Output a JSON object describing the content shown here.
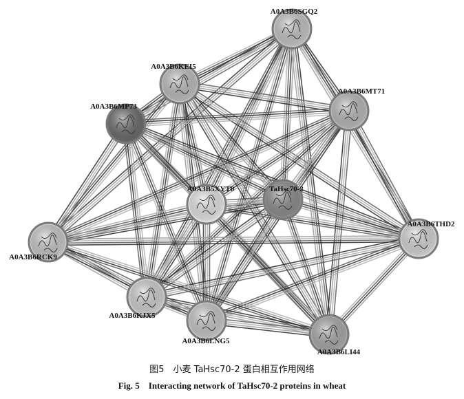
{
  "nodes": [
    {
      "id": "A0A3B6SGQ2",
      "label": "A0A3B6SGQ2",
      "fill": "#c4c4c4"
    },
    {
      "id": "A0A3B6KEI5",
      "label": "A0A3B6KEI5",
      "fill": "#bdbdbd"
    },
    {
      "id": "A0A3B6MT71",
      "label": "A0A3B6MT71",
      "fill": "#b8b8b8"
    },
    {
      "id": "A0A3B6MP73",
      "label": "A0A3B6MP73",
      "fill": "#6a6a6a"
    },
    {
      "id": "A0A3B5XYT0",
      "label": "A0A3B5XYT0",
      "fill": "#e6e6e6"
    },
    {
      "id": "TaHsc70-2",
      "label": "TaHsc70-2",
      "fill": "#8c8c8c"
    },
    {
      "id": "A0A3B6THD2",
      "label": "A0A3B6THD2",
      "fill": "#d6d6d6"
    },
    {
      "id": "A0A3B6RCK9",
      "label": "A0A3B6RCK9",
      "fill": "#c8c8c8"
    },
    {
      "id": "A0A3B6KJX5",
      "label": "A0A3B6KJX5",
      "fill": "#d0d0d0"
    },
    {
      "id": "A0A3B6LNG5",
      "label": "A0A3B6LNG5",
      "fill": "#c6c6c6"
    },
    {
      "id": "A0A3B6LI44",
      "label": "A0A3B6LI44",
      "fill": "#a8a8a8"
    }
  ],
  "edges": [
    [
      "A0A3B6SGQ2",
      "A0A3B6KEI5"
    ],
    [
      "A0A3B6SGQ2",
      "A0A3B6MT71"
    ],
    [
      "A0A3B6SGQ2",
      "A0A3B6MP73"
    ],
    [
      "A0A3B6SGQ2",
      "A0A3B5XYT0"
    ],
    [
      "A0A3B6SGQ2",
      "TaHsc70-2"
    ],
    [
      "A0A3B6SGQ2",
      "A0A3B6THD2"
    ],
    [
      "A0A3B6SGQ2",
      "A0A3B6RCK9"
    ],
    [
      "A0A3B6SGQ2",
      "A0A3B6KJX5"
    ],
    [
      "A0A3B6SGQ2",
      "A0A3B6LNG5"
    ],
    [
      "A0A3B6SGQ2",
      "A0A3B6LI44"
    ],
    [
      "A0A3B6KEI5",
      "A0A3B6MT71"
    ],
    [
      "A0A3B6KEI5",
      "A0A3B6MP73"
    ],
    [
      "A0A3B6KEI5",
      "A0A3B5XYT0"
    ],
    [
      "A0A3B6KEI5",
      "TaHsc70-2"
    ],
    [
      "A0A3B6KEI5",
      "A0A3B6THD2"
    ],
    [
      "A0A3B6KEI5",
      "A0A3B6RCK9"
    ],
    [
      "A0A3B6KEI5",
      "A0A3B6KJX5"
    ],
    [
      "A0A3B6KEI5",
      "A0A3B6LNG5"
    ],
    [
      "A0A3B6KEI5",
      "A0A3B6LI44"
    ],
    [
      "A0A3B6MT71",
      "A0A3B6MP73"
    ],
    [
      "A0A3B6MT71",
      "A0A3B5XYT0"
    ],
    [
      "A0A3B6MT71",
      "TaHsc70-2"
    ],
    [
      "A0A3B6MT71",
      "A0A3B6THD2"
    ],
    [
      "A0A3B6MT71",
      "A0A3B6RCK9"
    ],
    [
      "A0A3B6MT71",
      "A0A3B6KJX5"
    ],
    [
      "A0A3B6MT71",
      "A0A3B6LNG5"
    ],
    [
      "A0A3B6MT71",
      "A0A3B6LI44"
    ],
    [
      "A0A3B6MP73",
      "A0A3B5XYT0"
    ],
    [
      "A0A3B6MP73",
      "TaHsc70-2"
    ],
    [
      "A0A3B6MP73",
      "A0A3B6THD2"
    ],
    [
      "A0A3B6MP73",
      "A0A3B6RCK9"
    ],
    [
      "A0A3B6MP73",
      "A0A3B6KJX5"
    ],
    [
      "A0A3B6MP73",
      "A0A3B6LNG5"
    ],
    [
      "A0A3B6MP73",
      "A0A3B6LI44"
    ],
    [
      "A0A3B5XYT0",
      "TaHsc70-2"
    ],
    [
      "A0A3B5XYT0",
      "A0A3B6THD2"
    ],
    [
      "A0A3B5XYT0",
      "A0A3B6RCK9"
    ],
    [
      "A0A3B5XYT0",
      "A0A3B6KJX5"
    ],
    [
      "A0A3B5XYT0",
      "A0A3B6LNG5"
    ],
    [
      "A0A3B5XYT0",
      "A0A3B6LI44"
    ],
    [
      "TaHsc70-2",
      "A0A3B6THD2"
    ],
    [
      "TaHsc70-2",
      "A0A3B6RCK9"
    ],
    [
      "TaHsc70-2",
      "A0A3B6KJX5"
    ],
    [
      "TaHsc70-2",
      "A0A3B6LNG5"
    ],
    [
      "TaHsc70-2",
      "A0A3B6LI44"
    ],
    [
      "A0A3B6THD2",
      "A0A3B6RCK9"
    ],
    [
      "A0A3B6THD2",
      "A0A3B6KJX5"
    ],
    [
      "A0A3B6THD2",
      "A0A3B6LNG5"
    ],
    [
      "A0A3B6THD2",
      "A0A3B6LI44"
    ],
    [
      "A0A3B6RCK9",
      "A0A3B6KJX5"
    ],
    [
      "A0A3B6RCK9",
      "A0A3B6LNG5"
    ],
    [
      "A0A3B6RCK9",
      "A0A3B6LI44"
    ],
    [
      "A0A3B6KJX5",
      "A0A3B6LNG5"
    ],
    [
      "A0A3B6KJX5",
      "A0A3B6LI44"
    ],
    [
      "A0A3B6LNG5",
      "A0A3B6LI44"
    ]
  ],
  "caption": {
    "cn": "图5　小麦 TaHsc70-2 蛋白相互作用网络",
    "en": "Fig. 5　Interacting network of TaHsc70-2 proteins in wheat"
  }
}
